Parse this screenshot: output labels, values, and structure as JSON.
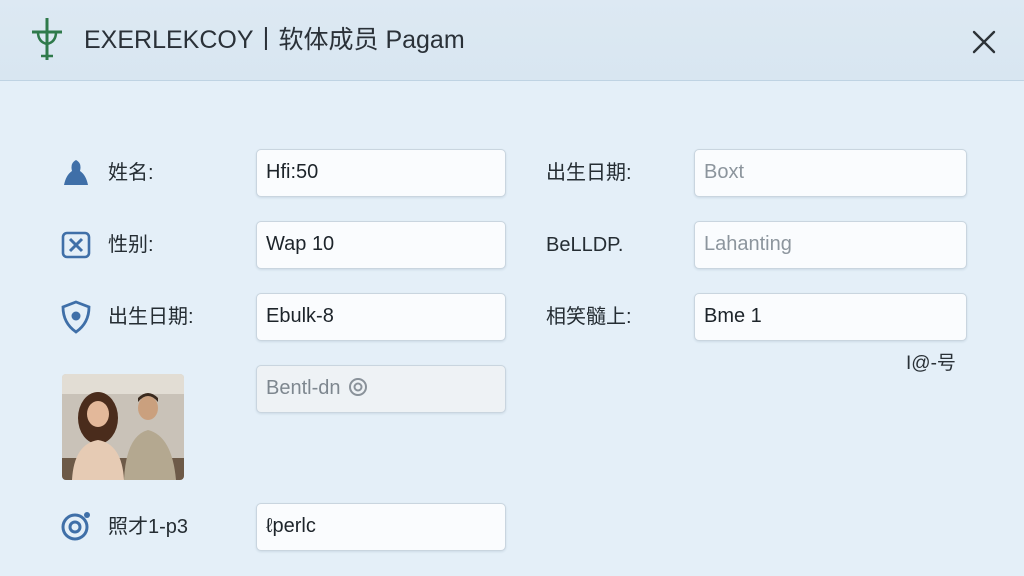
{
  "header": {
    "app_title": "EXERLEKCOY丨软体成员 Pagam",
    "logo_icon": "cross-plant-logo-icon",
    "close_icon": "close-icon"
  },
  "form": {
    "left": [
      {
        "icon": "person-icon",
        "label": "姓名:",
        "value": "Hfi:50"
      },
      {
        "icon": "badge-x-icon",
        "label": "性别:",
        "value": "Wap 10"
      },
      {
        "icon": "shield-icon",
        "label": "出生日期:",
        "value": "Ebulk-8"
      }
    ],
    "right": [
      {
        "label": "出生日期:",
        "placeholder": "Boxt"
      },
      {
        "label": "BeLLDP.",
        "placeholder": "Lahanting"
      },
      {
        "label": "相笑髓上:",
        "value": "Bme 1"
      }
    ],
    "disabled_field": "Bentl-dn",
    "counter": "I@-号",
    "photo_row": {
      "icon": "camera-icon",
      "label": "照才1-p3",
      "value": "ℓperlc"
    }
  },
  "colors": {
    "accent_green": "#2f7a4b",
    "background": "#e4eff8",
    "field_border": "#c9d5df"
  }
}
